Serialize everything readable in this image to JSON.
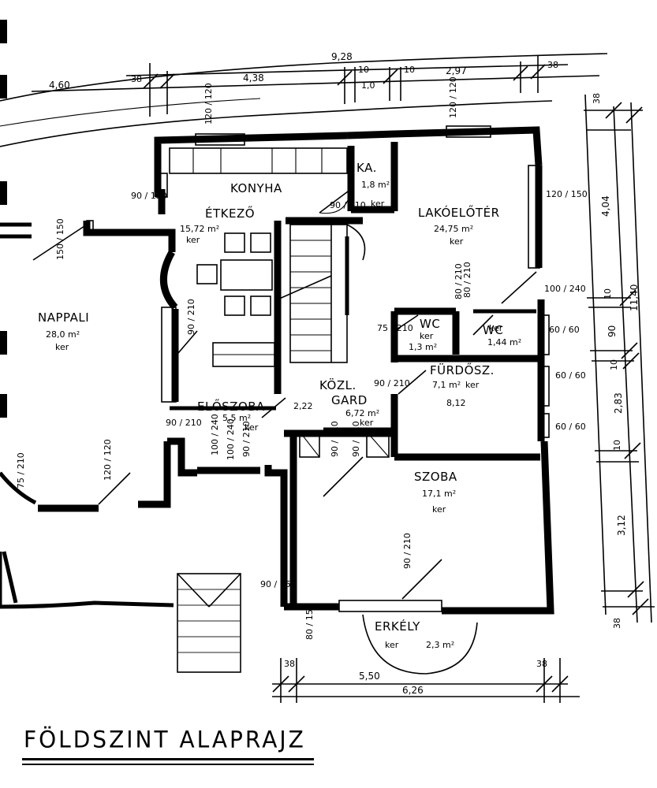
{
  "title": "FÖLDSZINT ALAPRAJZ",
  "rooms": {
    "konyha": "KONYHA",
    "etkezo": "ÉTKEZŐ",
    "etkezo_area": "15,72 m²",
    "etkezo_floor": "ker",
    "kamra": "KA.",
    "kamra_area": "1,8 m²",
    "kamra_floor": "ker",
    "lakoeloter": "LAKÓELŐTÉR",
    "lakoeloter_area": "24,75 m²",
    "lakoeloter_floor": "ker",
    "nappali": "NAPPALI",
    "nappali_area": "28,0 m²",
    "nappali_floor": "ker",
    "wc1": "WC",
    "wc1_area": "1,3 m²",
    "wc1_floor": "ker",
    "wc2": "WC",
    "wc2_area": "1,44 m²",
    "wc2_floor": "ker",
    "furdo": "FÜRDŐSZ.",
    "furdo_area": "7,1 m²",
    "furdo_floor": "ker",
    "kozl": "KÖZL.",
    "gard": "GARD",
    "gard_area": "6,72 m²",
    "gard_floor": "ker",
    "eloszoba": "ELŐSZOBA",
    "eloszoba_area": "5,5 m²",
    "eloszoba_floor": "ker",
    "szoba": "SZOBA",
    "szoba_area": "17,1 m²",
    "szoba_floor": "ker",
    "erkely": "ERKÉLY",
    "erkely_area": "2,3 m²",
    "erkely_floor": "ker"
  },
  "dimensions": {
    "top_total": "9,28",
    "top_left": "4,60",
    "top_38a": "38",
    "top_438": "4,38",
    "top_10a": "10",
    "top_10": "1,0",
    "top_10b": "10",
    "top_297": "2,97",
    "top_38b": "38",
    "right_38": "38",
    "right_404": "4,04",
    "right_1140": "11,40",
    "right_10a": "10",
    "right_90": "90",
    "right_10b": "10",
    "right_283": "2,83",
    "right_10c": "10",
    "right_312": "3,12",
    "right_38b": "38",
    "bottom_38a": "38",
    "bottom_550": "5,50",
    "bottom_38b": "38",
    "bottom_626": "6,26"
  },
  "openings": {
    "o1": "120 / 120",
    "o2": "90 / 150",
    "o3": "150 / 150",
    "o4": "120 / 150",
    "o5": "90 / 210",
    "o6": "100 / 240",
    "o7": "80 / 210",
    "o8": "75 / 210",
    "o9": "60 / 60",
    "o10": "60 / 60",
    "o11": "60 / 60",
    "o12": "90 / 210",
    "o13": "90 / 210",
    "o14": "100 / 240",
    "o15": "90 / 210",
    "o16": "90 / 210",
    "o17": "80 / 150",
    "o18": "90 / 210",
    "o19": "120 / 120",
    "o20": "120 / 120",
    "o21": "75 / 210",
    "o22": "90 / 210",
    "o23": "80 / 210",
    "o24": "100 / 240",
    "o25": "90 / 210",
    "o26": "90 / 150",
    "o27": "8,12",
    "o28": "2,22"
  }
}
